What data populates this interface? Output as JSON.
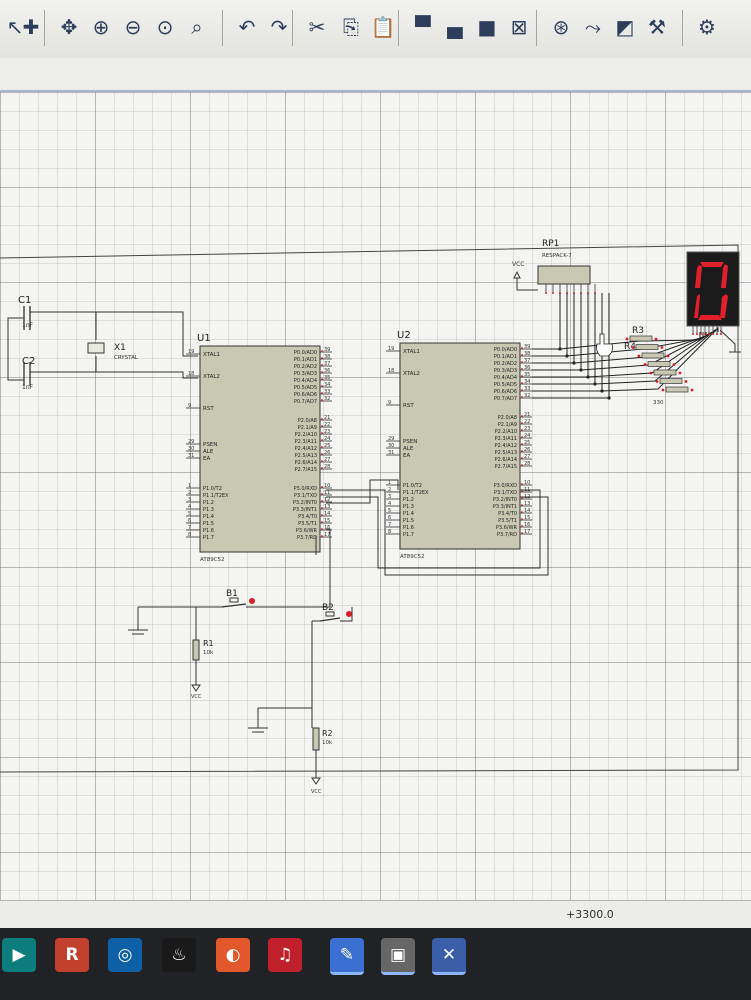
{
  "toolbar": {
    "icons": [
      "cursor-icon",
      "crosshair-icon",
      "pan-icon",
      "zoom-in-icon",
      "zoom-out-icon",
      "zoom-fit-icon",
      "zoom-area-icon",
      "undo-icon",
      "redo-icon",
      "cut-icon",
      "copy-icon",
      "paste-icon",
      "block-copy-icon",
      "block-move-icon",
      "block-rotate-icon",
      "block-delete-icon",
      "pick-device-icon",
      "make-device-icon",
      "package-tool-icon",
      "decompose-icon",
      "design-explorer-icon"
    ]
  },
  "schematic": {
    "c1": {
      "name": "C1",
      "value": "1nF"
    },
    "c2": {
      "name": "C2",
      "value": "1nF"
    },
    "x1": {
      "name": "X1",
      "value": "CRYSTAL"
    },
    "u1": {
      "name": "U1",
      "part": "AT89C52",
      "left_pins": [
        [
          "19",
          "XTAL1"
        ],
        [
          "18",
          "XTAL2"
        ],
        [
          "9",
          "RST"
        ],
        [
          "29",
          "PSEN"
        ],
        [
          "30",
          "ALE"
        ],
        [
          "31",
          "EA"
        ]
      ],
      "p0": [
        [
          "P0.0/AD0",
          "39"
        ],
        [
          "P0.1/AD1",
          "38"
        ],
        [
          "P0.2/AD2",
          "37"
        ],
        [
          "P0.3/AD3",
          "36"
        ],
        [
          "P0.4/AD4",
          "35"
        ],
        [
          "P0.5/AD5",
          "34"
        ],
        [
          "P0.6/AD6",
          "33"
        ],
        [
          "P0.7/AD7",
          "32"
        ]
      ],
      "p2": [
        [
          "P2.0/A8",
          "21"
        ],
        [
          "P2.1/A9",
          "22"
        ],
        [
          "P2.2/A10",
          "23"
        ],
        [
          "P2.3/A11",
          "24"
        ],
        [
          "P2.4/A12",
          "25"
        ],
        [
          "P2.5/A13",
          "26"
        ],
        [
          "P2.6/A14",
          "27"
        ],
        [
          "P2.7/A15",
          "28"
        ]
      ],
      "p1": [
        [
          "1",
          "P1.0/T2"
        ],
        [
          "2",
          "P1.1/T2EX"
        ],
        [
          "3",
          "P1.2"
        ],
        [
          "4",
          "P1.3"
        ],
        [
          "5",
          "P1.4"
        ],
        [
          "6",
          "P1.5"
        ],
        [
          "7",
          "P1.6"
        ],
        [
          "8",
          "P1.7"
        ]
      ],
      "p3": [
        [
          "P3.0/RXD",
          "10"
        ],
        [
          "P3.1/TXD",
          "11"
        ],
        [
          "P3.2/INT0",
          "12"
        ],
        [
          "P3.3/INT1",
          "13"
        ],
        [
          "P3.4/T0",
          "14"
        ],
        [
          "P3.5/T1",
          "15"
        ],
        [
          "P3.6/WR",
          "16"
        ],
        [
          "P3.7/RD",
          "17"
        ]
      ]
    },
    "u2": {
      "name": "U2",
      "part": "AT89C52",
      "left_pins": [
        [
          "19",
          "XTAL1"
        ],
        [
          "18",
          "XTAL2"
        ],
        [
          "9",
          "RST"
        ],
        [
          "29",
          "PSEN"
        ],
        [
          "30",
          "ALE"
        ],
        [
          "31",
          "EA"
        ]
      ],
      "p0": [
        [
          "P0.0/AD0",
          "39"
        ],
        [
          "P0.1/AD1",
          "38"
        ],
        [
          "P0.2/AD2",
          "37"
        ],
        [
          "P0.3/AD3",
          "36"
        ],
        [
          "P0.4/AD4",
          "35"
        ],
        [
          "P0.5/AD5",
          "34"
        ],
        [
          "P0.6/AD6",
          "33"
        ],
        [
          "P0.7/AD7",
          "32"
        ]
      ],
      "p2": [
        [
          "P2.0/A8",
          "21"
        ],
        [
          "P2.1/A9",
          "22"
        ],
        [
          "P2.2/A10",
          "23"
        ],
        [
          "P2.3/A11",
          "24"
        ],
        [
          "P2.4/A12",
          "25"
        ],
        [
          "P2.5/A13",
          "26"
        ],
        [
          "P2.6/A14",
          "27"
        ],
        [
          "P2.7/A15",
          "28"
        ]
      ],
      "p1": [
        [
          "1",
          "P1.0/T2"
        ],
        [
          "2",
          "P1.1/T2EX"
        ],
        [
          "3",
          "P1.2"
        ],
        [
          "4",
          "P1.3"
        ],
        [
          "5",
          "P1.4"
        ],
        [
          "6",
          "P1.5"
        ],
        [
          "7",
          "P1.6"
        ],
        [
          "8",
          "P1.7"
        ]
      ],
      "p3": [
        [
          "P3.0/RXD",
          "10"
        ],
        [
          "P3.1/TXD",
          "11"
        ],
        [
          "P3.2/INT0",
          "12"
        ],
        [
          "P3.3/INT1",
          "13"
        ],
        [
          "P3.4/T0",
          "14"
        ],
        [
          "P3.5/T1",
          "15"
        ],
        [
          "P3.6/WR",
          "16"
        ],
        [
          "P3.7/RD",
          "17"
        ]
      ]
    },
    "rp1": {
      "name": "RP1",
      "part": "RESPACK-7"
    },
    "vcc_label": "VCC",
    "r3": {
      "name": "R3"
    },
    "r4": {
      "name": "R4"
    },
    "r_value": "330",
    "display_digit": "0",
    "b1": {
      "name": "B1"
    },
    "b2": {
      "name": "B2"
    },
    "r1": {
      "name": "R1",
      "value": "10k"
    },
    "r2": {
      "name": "R2",
      "value": "10k"
    }
  },
  "status": {
    "coordinate": "+3300.0"
  },
  "taskbar": {
    "items": [
      {
        "icon": "play-store-icon",
        "glyph": "▶"
      },
      {
        "icon": "r-app-icon",
        "glyph": "R"
      },
      {
        "icon": "swirl-app-icon",
        "glyph": "◎"
      },
      {
        "icon": "steam-icon",
        "glyph": "♨"
      },
      {
        "icon": "origin-icon",
        "glyph": "◐"
      },
      {
        "icon": "netease-music-icon",
        "glyph": "♫"
      },
      {
        "icon": "proteus-isis-icon",
        "glyph": "✎"
      },
      {
        "icon": "folder-cube-icon",
        "glyph": "▣"
      },
      {
        "icon": "proteus-ares-icon",
        "glyph": "✕"
      }
    ]
  },
  "colors": {
    "wire": "#2b2b2b",
    "chip": "#c9c9b3",
    "display_bg": "#1b1b1b",
    "segment": "#e0202a",
    "pin_red": "#d81f26",
    "pin_blue": "#2a55d6"
  }
}
